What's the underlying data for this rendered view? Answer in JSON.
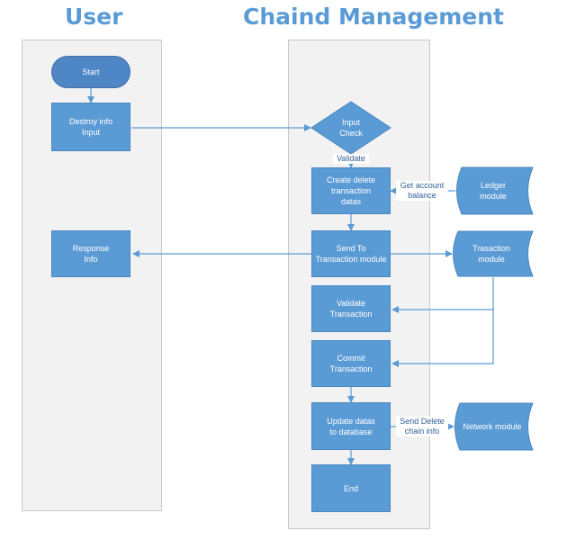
{
  "lanes": {
    "user": "User",
    "chain": "Chaind Management"
  },
  "nodes": {
    "start": "Start",
    "destroy": "Destroy info\nInput",
    "response": "Response\nInfo",
    "input_check": "Input\nCheck",
    "create": "Create delete\ntransaction\ndatas",
    "send": "Send To\nTransaction module",
    "validate_tx": "Validate\nTransaction",
    "commit": "Commit\nTransaction",
    "update": "Update  datas\nto database",
    "end": "End",
    "ledger": "Ledger\nmodule",
    "trasaction": "Trasaction\nmodule",
    "network": "Network module"
  },
  "labels": {
    "validate": "Validate",
    "get_balance": "Get account\nbalance",
    "send_delete": "Send Delete\nchain info"
  },
  "colors": {
    "box": "#5b9bd5",
    "title": "#5b9bd5",
    "lane_bg": "#f2f2f2",
    "connector": "#5b9bd5"
  }
}
